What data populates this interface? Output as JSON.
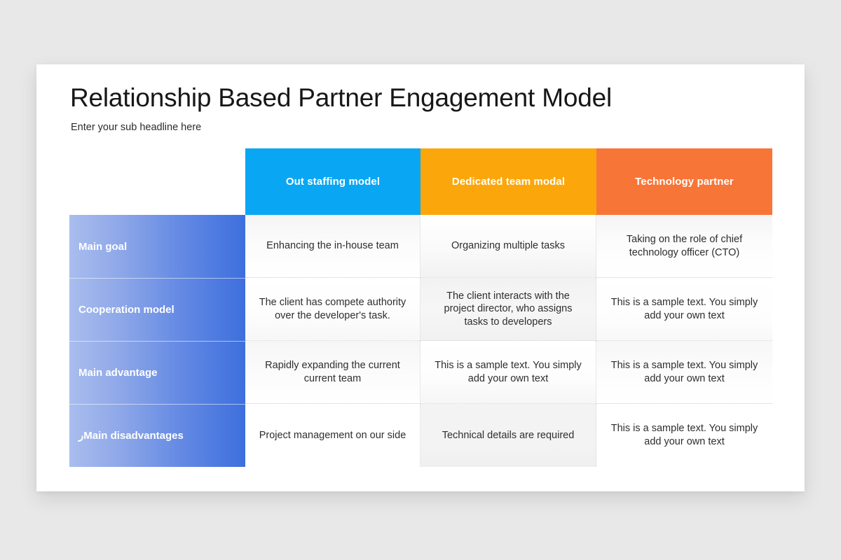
{
  "slide": {
    "title": "Relationship Based Partner Engagement Model",
    "subtitle": "Enter your sub headline here"
  },
  "colors": {
    "background": "#e8e8e9",
    "slide_surface": "#ffffff",
    "column_1_header": "#09a7f3",
    "column_2_header": "#fba70c",
    "column_3_header": "#f87538",
    "row_label_gradient_start": "#a9bdee",
    "row_label_gradient_end": "#3d6fdd",
    "title_text": "#171717",
    "body_text": "#2e2e2e",
    "header_text": "#ffffff",
    "divider": "#d4d4d4"
  },
  "table": {
    "corner_label": "",
    "columns": [
      "Out staffing model",
      "Dedicated team modal",
      "Technology partner"
    ],
    "rows": [
      {
        "label": "Main goal",
        "cells": [
          "Enhancing the in-house team",
          "Organizing multiple tasks",
          "Taking on the role of chief technology officer (CTO)"
        ]
      },
      {
        "label": "Cooperation model",
        "cells": [
          "The client has compete authority over the developer's task.",
          "The client interacts with the project director, who assigns tasks to developers",
          "This is a sample text. You simply add your own text"
        ]
      },
      {
        "label": "Main advantage",
        "cells": [
          "Rapidly expanding the current current team",
          "This is a sample text. You simply add your own text",
          "This is a sample text. You simply add your own text"
        ]
      },
      {
        "label": "ﺭMain disadvantages",
        "cells": [
          "Project management on our side",
          "Technical details are required",
          "This is a sample text. You simply add your own text"
        ]
      }
    ]
  }
}
